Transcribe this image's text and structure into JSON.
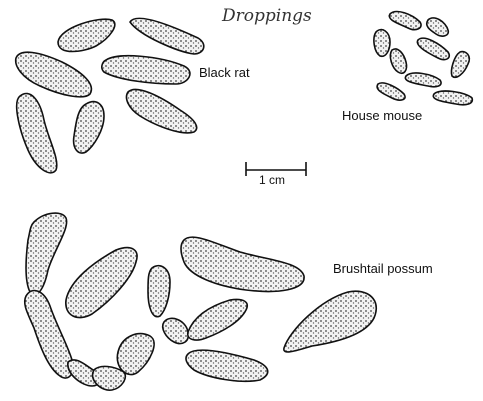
{
  "title": "Droppings",
  "scale_label": "1 cm",
  "groups": [
    {
      "label": "Black rat"
    },
    {
      "label": "House mouse"
    },
    {
      "label": "Brushtail possum"
    }
  ]
}
